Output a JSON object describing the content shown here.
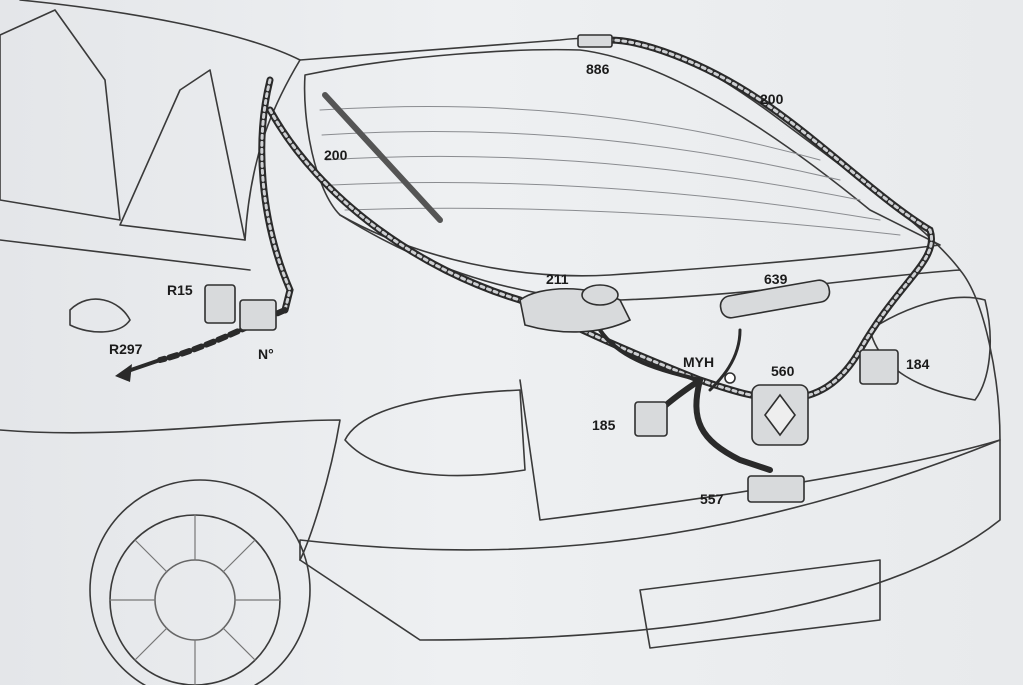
{
  "labels": {
    "harness_top": "886",
    "harness_right": "200",
    "harness_left": "200",
    "wiper_motor": "211",
    "brake_light": "639",
    "ground_point": "MYH",
    "emblem": "560",
    "right_lamp": "184",
    "left_lamp": "185",
    "plate_light": "557",
    "connector_r15": "R15",
    "connector_r297": "R297",
    "connector_number": "N°"
  }
}
